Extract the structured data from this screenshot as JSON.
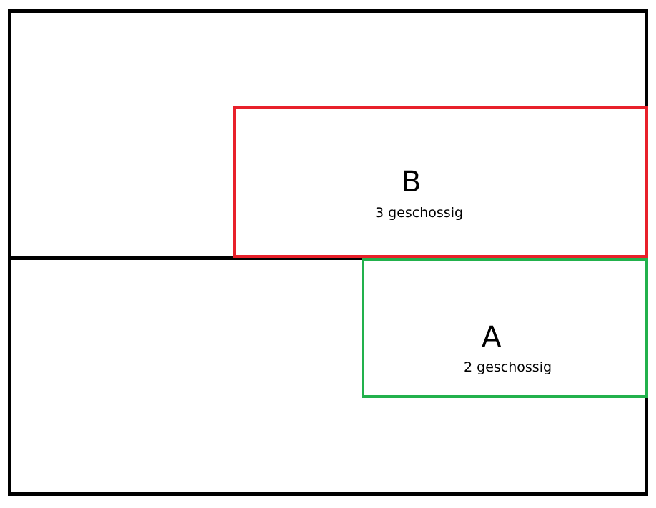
{
  "buildings": {
    "b": {
      "label": "B",
      "floors_text": "3 geschossig",
      "color": "#e8202a"
    },
    "a": {
      "label": "A",
      "floors_text": "2 geschossig",
      "color": "#22b14c"
    }
  },
  "plot_outline_color": "#000000"
}
